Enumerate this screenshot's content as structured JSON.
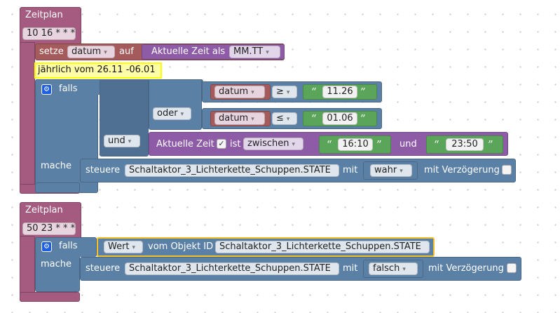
{
  "block1": {
    "title": "Zeitplan",
    "cron": "10 16 * * *",
    "setze": {
      "setze_label": "setze",
      "variable": "datum",
      "auf_label": "auf",
      "time_label": "Aktuelle Zeit als",
      "format": "MM.TT"
    },
    "comment": "jährlich vom 26.11 -06.01",
    "falls_label": "falls",
    "mache_label": "mache",
    "logic_oder": "oder",
    "logic_und": "und",
    "cmp1": {
      "var": "datum",
      "op": "≥",
      "value": "11.26"
    },
    "cmp2": {
      "var": "datum",
      "op": "≤",
      "value": "01.06"
    },
    "time_range": {
      "label": "Aktuelle Zeit",
      "check": "✓",
      "ist_label": "ist",
      "mode": "zwischen",
      "from": "16:10",
      "and_label": "und",
      "to": "23:50"
    },
    "steuere": {
      "label": "steuere",
      "object": "Schaltaktor_3_Lichterkette_Schuppen.STATE",
      "mit_label": "mit",
      "value": "wahr",
      "delay_label": "mit Verzögerung"
    }
  },
  "block2": {
    "title": "Zeitplan",
    "cron": "50 23 * * *",
    "falls_label": "falls",
    "mache_label": "mache",
    "condition": {
      "field": "Wert",
      "vom_label": "vom Objekt ID",
      "object": "Schaltaktor_3_Lichterkette_Schuppen.STATE"
    },
    "steuere": {
      "label": "steuere",
      "object": "Schaltaktor_3_Lichterkette_Schuppen.STATE",
      "mit_label": "mit",
      "value": "falsch",
      "delay_label": "mit Verzögerung"
    }
  },
  "icons": {
    "dropdown": "▾",
    "gear": "⚙",
    "open_quote": "“",
    "close_quote": "”"
  },
  "colors": {
    "schedule": "#a55b80",
    "control": "#5b80a5",
    "time": "#8e5ba6",
    "variable": "#a55b5b",
    "text": "#5ba55b",
    "comment": "#ffffa8",
    "highlight": "#f3c22a"
  }
}
